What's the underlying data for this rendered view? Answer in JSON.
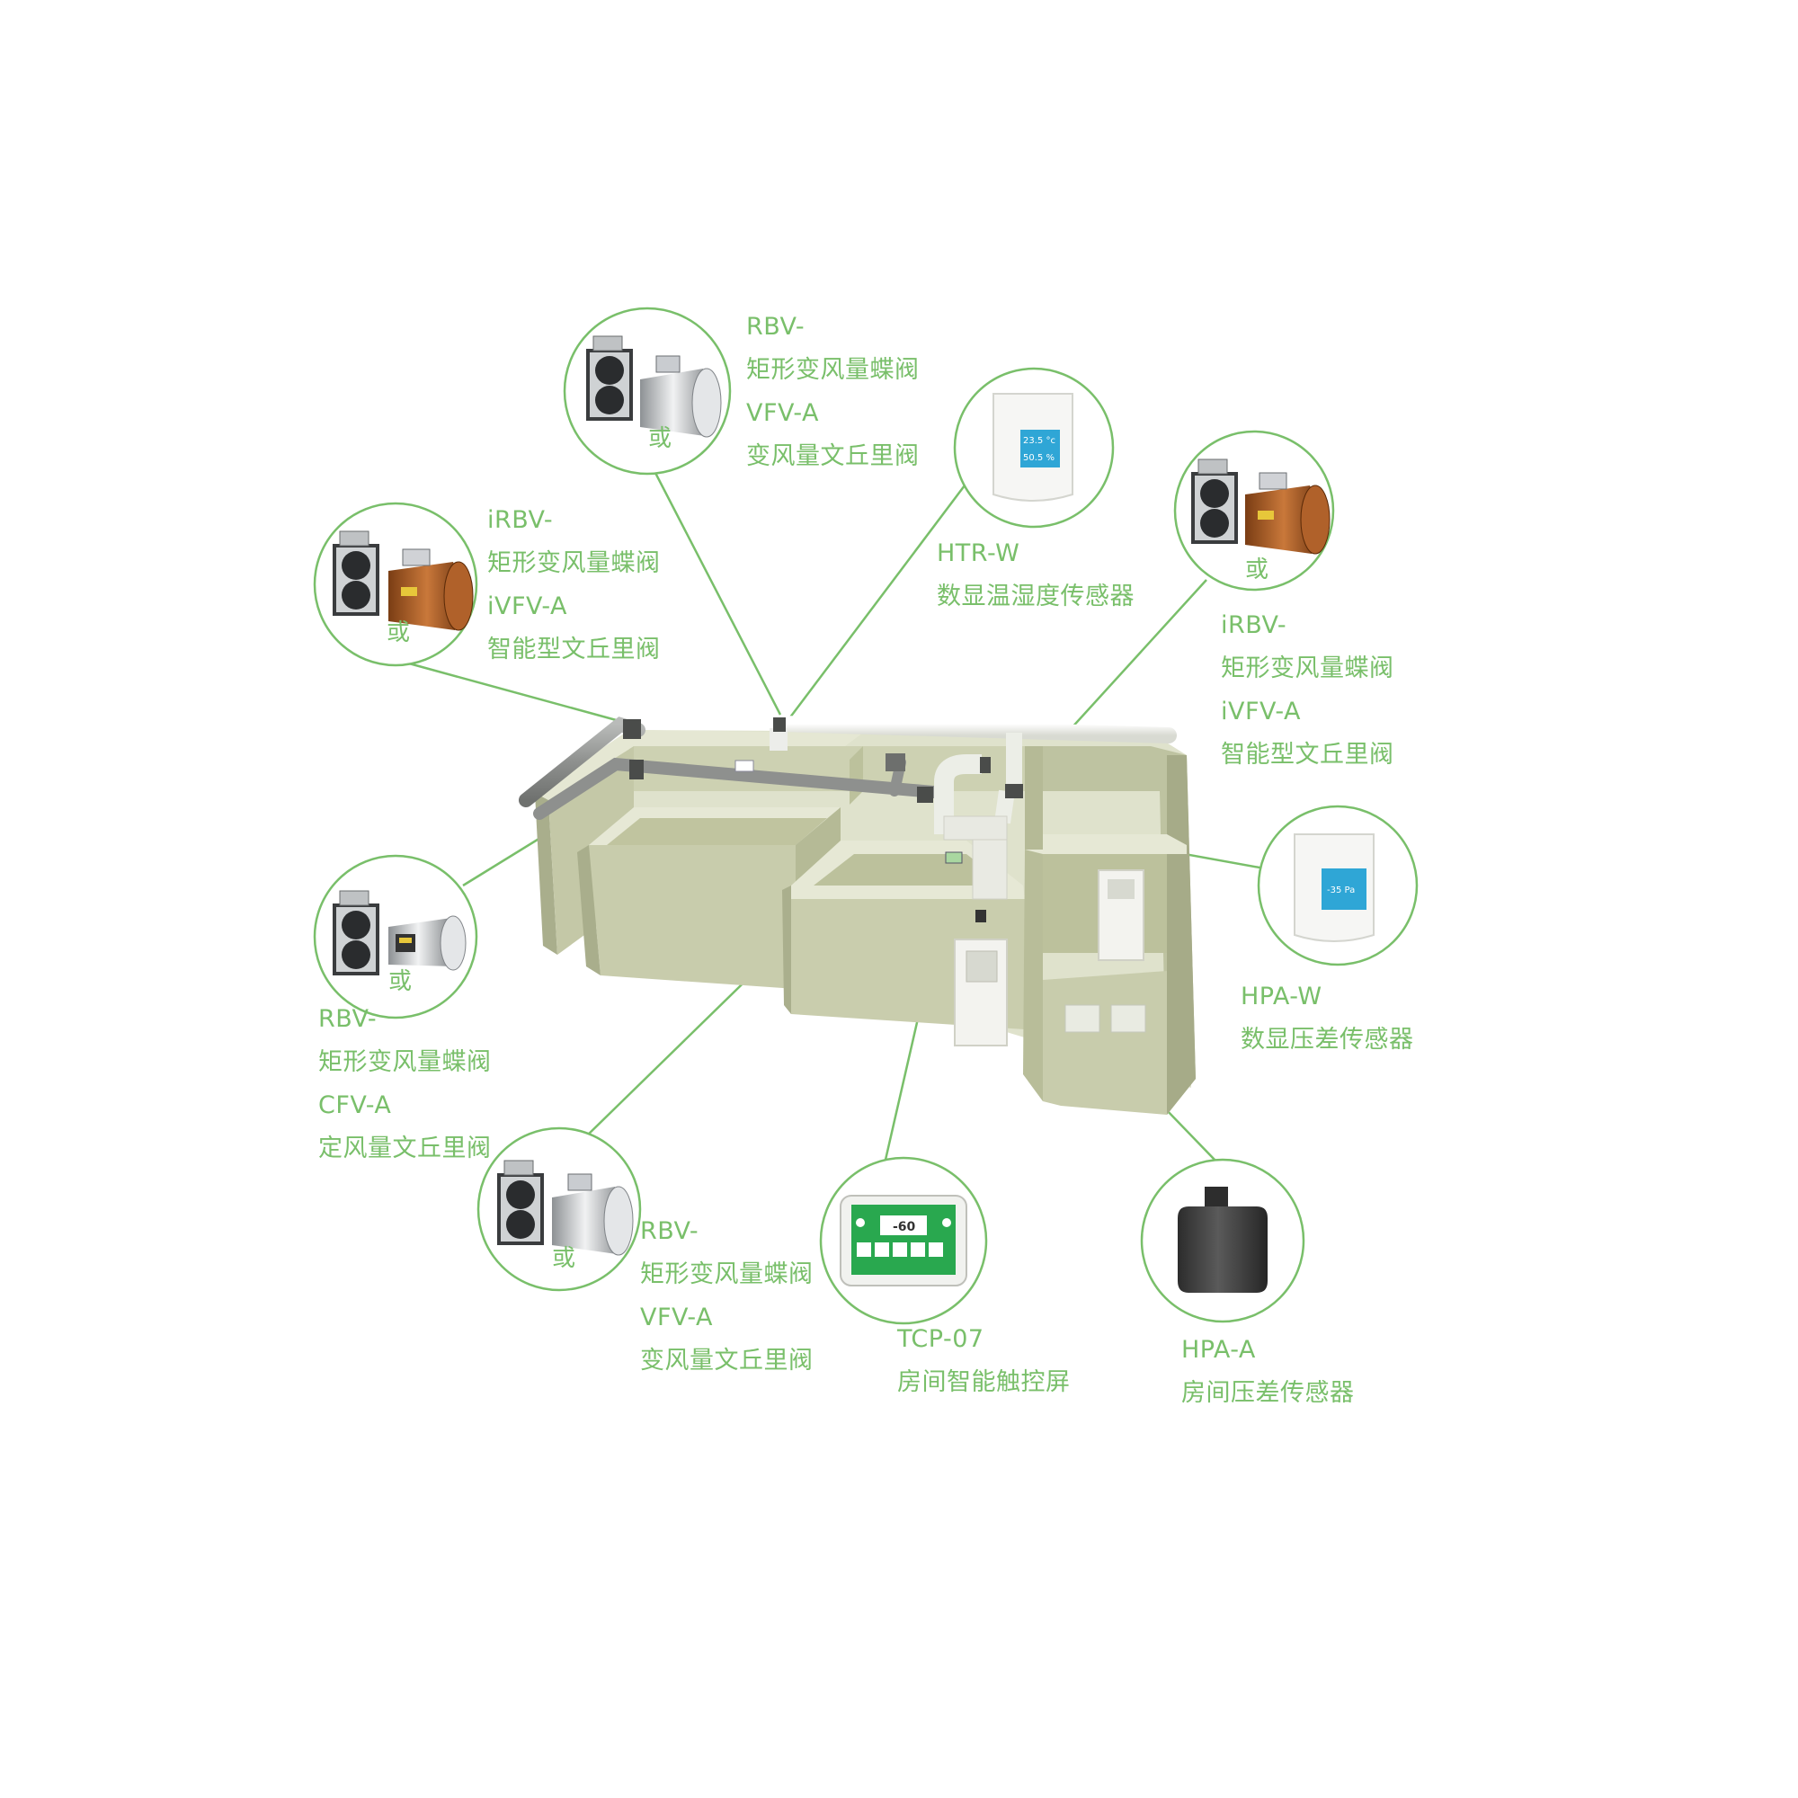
{
  "theme": {
    "accent": "#79bf6a",
    "wall": "#c8ccac",
    "wall_dark": "#b3b894",
    "duct": "#9a9c9a",
    "duct_white": "#eeeeea"
  },
  "or_text": "或",
  "callouts": [
    {
      "id": "top-valve",
      "lines": [
        "RBV-",
        "矩形变风量蝶阀",
        "VFV-A",
        "变风量文丘里阀"
      ],
      "device": "valve-pair-steel"
    },
    {
      "id": "left-upper-valve",
      "lines": [
        "iRBV-",
        "矩形变风量蝶阀",
        "iVFV-A",
        "智能型文丘里阀"
      ],
      "device": "valve-pair-brown"
    },
    {
      "id": "htr-sensor",
      "lines": [
        "HTR-W",
        "数显温湿度传感器"
      ],
      "device": "wall-sensor-temp",
      "screen": [
        "23.5 °c",
        "50.5 %"
      ]
    },
    {
      "id": "right-valve",
      "lines": [
        "iRBV-",
        "矩形变风量蝶阀",
        "iVFV-A",
        "智能型文丘里阀"
      ],
      "device": "valve-pair-brown"
    },
    {
      "id": "left-lower-valve",
      "lines": [
        "RBV-",
        "矩形变风量蝶阀",
        "CFV-A",
        "定风量文丘里阀"
      ],
      "device": "valve-pair-cylinder"
    },
    {
      "id": "hpa-w-sensor",
      "lines": [
        "HPA-W",
        "数显压差传感器"
      ],
      "device": "wall-sensor-pressure",
      "screen": [
        "-35 Pa"
      ]
    },
    {
      "id": "bottom-valve",
      "lines": [
        "RBV-",
        "矩形变风量蝶阀",
        "VFV-A",
        "变风量文丘里阀"
      ],
      "device": "valve-pair-steel"
    },
    {
      "id": "tcp-panel",
      "lines": [
        "TCP-07",
        "房间智能触控屏"
      ],
      "device": "touch-panel",
      "screen": [
        "-60"
      ]
    },
    {
      "id": "hpa-a-sensor",
      "lines": [
        "HPA-A",
        "房间压差传感器"
      ],
      "device": "pressure-sensor-black"
    }
  ]
}
